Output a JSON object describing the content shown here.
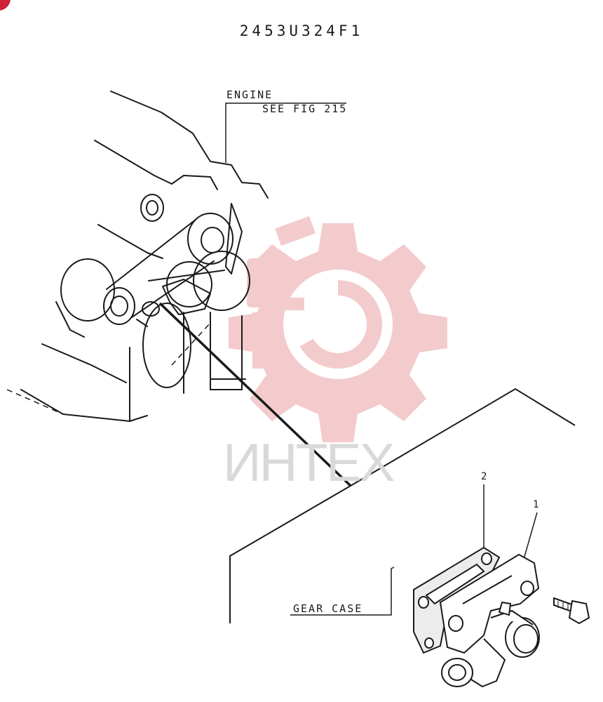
{
  "figure": {
    "ref_code": "2453U324F1",
    "labels": {
      "engine": "ENGINE",
      "see_fig": "SEE FIG 215",
      "gear_case": "GEAR CASE",
      "part_2": "2",
      "part_1": "1"
    }
  },
  "watermark": {
    "text": "ИНТЕХ",
    "gear_color": "#f2c6c8",
    "text_color": "#d9d9d9"
  },
  "colors": {
    "line": "#1a1a1a",
    "corner_badge": "#d0203a"
  }
}
